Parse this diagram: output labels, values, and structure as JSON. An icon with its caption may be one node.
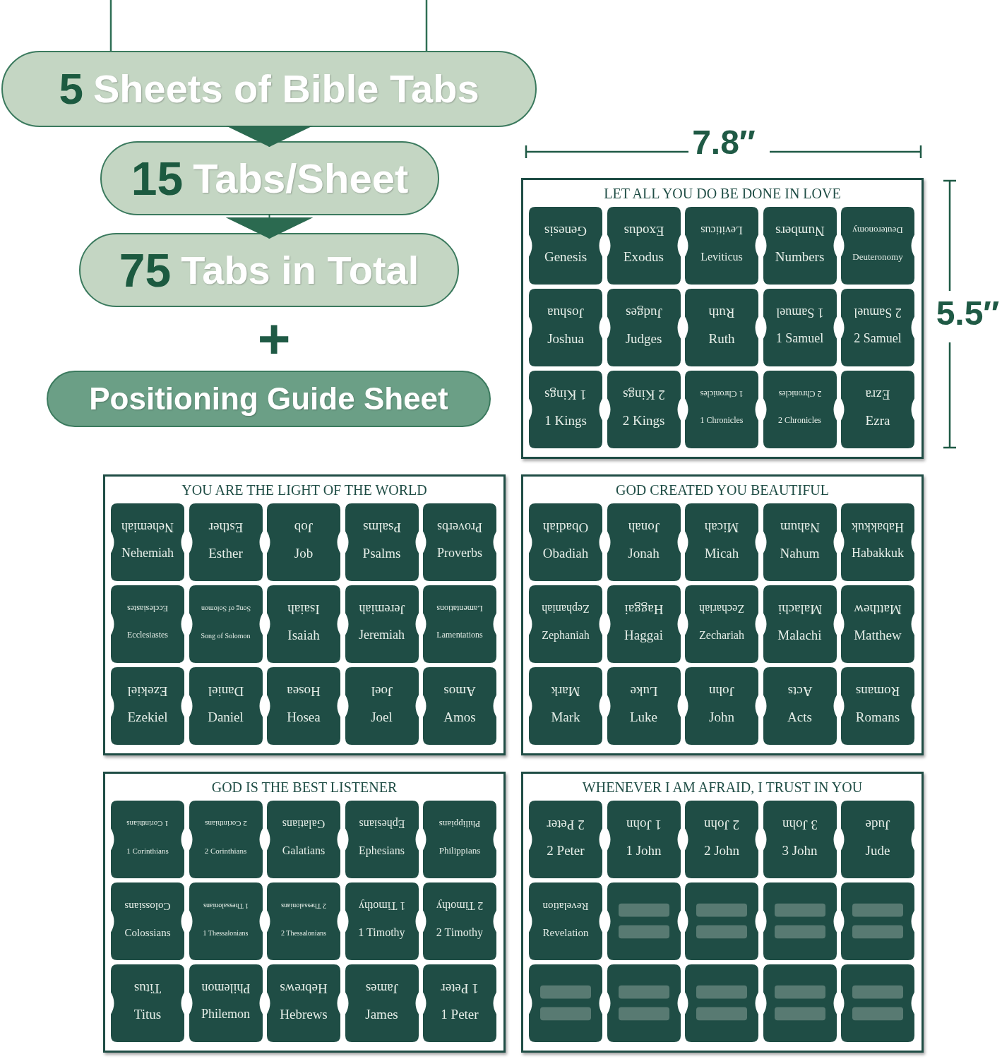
{
  "diagram": {
    "nodes": [
      {
        "text": [
          "5",
          "Sheets of Bible Tabs"
        ]
      },
      {
        "text": [
          "15",
          "Tabs/Sheet"
        ]
      },
      {
        "text": [
          "75",
          "Tabs in Total"
        ]
      },
      {
        "text": [
          "Positioning Guide Sheet"
        ]
      },
      {
        "text": [
          "LET ALL YOU DO BE DONE IN LOVE"
        ]
      },
      {
        "text": [
          "Genesis",
          "Genesis"
        ],
        "in": 4
      },
      {
        "text": [
          "Exodus",
          "Exodus"
        ],
        "in": 4
      },
      {
        "text": [
          "Leviticus",
          "Leviticus"
        ],
        "in": 4
      },
      {
        "text": [
          "Numbers",
          "Numbers"
        ],
        "in": 4
      },
      {
        "text": [
          "Deuteronomy",
          "Deuteronomy"
        ],
        "in": 4
      },
      {
        "text": [
          "Joshua",
          "Joshua"
        ],
        "in": 4
      },
      {
        "text": [
          "Judges",
          "Judges"
        ],
        "in": 4
      },
      {
        "text": [
          "Ruth",
          "Ruth"
        ],
        "in": 4
      },
      {
        "text": [
          "1 Samuel",
          "1 Samuel"
        ],
        "in": 4
      },
      {
        "text": [
          "2 Samuel",
          "2 Samuel"
        ],
        "in": 4
      },
      {
        "text": [
          "1 Kings",
          "1 Kings"
        ],
        "in": 4
      },
      {
        "text": [
          "2 Kings",
          "2 Kings"
        ],
        "in": 4
      },
      {
        "text": [
          "1 Chronicles",
          "1 Chronicles"
        ],
        "in": 4
      },
      {
        "text": [
          "2 Chronicles",
          "2 Chronicles"
        ],
        "in": 4
      },
      {
        "text": [
          "Ezra",
          "Ezra"
        ],
        "in": 4
      },
      {
        "text": [
          "YOU ARE THE LIGHT OF THE WORLD"
        ]
      },
      {
        "text": [
          "Nehemiah",
          "Nehemiah"
        ],
        "in": 20
      },
      {
        "text": [
          "Esther",
          "Esther"
        ],
        "in": 20
      },
      {
        "text": [
          "Job",
          "Job"
        ],
        "in": 20
      },
      {
        "text": [
          "Psalms",
          "Psalms"
        ],
        "in": 20
      },
      {
        "text": [
          "Proverbs",
          "Proverbs"
        ],
        "in": 20
      },
      {
        "text": [
          "Ecclesiastes",
          "Ecclesiastes"
        ],
        "in": 20
      },
      {
        "text": [
          "Song of Solomon",
          "Song of Solomon"
        ],
        "in": 20
      },
      {
        "text": [
          "Isaiah",
          "Isaiah"
        ],
        "in": 20
      },
      {
        "text": [
          "Jeremiah",
          "Jeremiah"
        ],
        "in": 20
      },
      {
        "text": [
          "Lamentations",
          "Lamentations"
        ],
        "in": 20
      },
      {
        "text": [
          "Ezekiel",
          "Ezekiel"
        ],
        "in": 20
      },
      {
        "text": [
          "Daniel",
          "Daniel"
        ],
        "in": 20
      },
      {
        "text": [
          "Hosea",
          "Hosea"
        ],
        "in": 20
      },
      {
        "text": [
          "Joel",
          "Joel"
        ],
        "in": 20
      },
      {
        "text": [
          "Amos",
          "Amos"
        ],
        "in": 20
      },
      {
        "text": [
          "GOD CREATED YOU BEAUTIFUL"
        ]
      },
      {
        "text": [
          "Obadiah",
          "Obadiah"
        ],
        "in": 36
      },
      {
        "text": [
          "Jonah",
          "Jonah"
        ],
        "in": 36
      },
      {
        "text": [
          "Micah",
          "Micah"
        ],
        "in": 36
      },
      {
        "text": [
          "Nahum",
          "Nahum"
        ],
        "in": 36
      },
      {
        "text": [
          "Habakkuk",
          "Habakkuk"
        ],
        "in": 36
      },
      {
        "text": [
          "Zephaniah",
          "Zephaniah"
        ],
        "in": 36
      },
      {
        "text": [
          "Haggai",
          "Haggai"
        ],
        "in": 36
      },
      {
        "text": [
          "Zechariah",
          "Zechariah"
        ],
        "in": 36
      },
      {
        "text": [
          "Malachi",
          "Malachi"
        ],
        "in": 36
      },
      {
        "text": [
          "Matthew",
          "Matthew"
        ],
        "in": 36
      },
      {
        "text": [
          "Mark",
          "Mark"
        ],
        "in": 36
      },
      {
        "text": [
          "Luke",
          "Luke"
        ],
        "in": 36
      },
      {
        "text": [
          "John",
          "John"
        ],
        "in": 36
      },
      {
        "text": [
          "Acts",
          "Acts"
        ],
        "in": 36
      },
      {
        "text": [
          "Romans",
          "Romans"
        ],
        "in": 36
      },
      {
        "text": [
          "GOD IS THE BEST LISTENER"
        ]
      },
      {
        "text": [
          "1 Corinthians",
          "1 Corinthians"
        ],
        "in": 52
      },
      {
        "text": [
          "2 Corinthians",
          "2 Corinthians"
        ],
        "in": 52
      },
      {
        "text": [
          "Galatians",
          "Galatians"
        ],
        "in": 52
      },
      {
        "text": [
          "Ephesians",
          "Ephesians"
        ],
        "in": 52
      },
      {
        "text": [
          "Philippians",
          "Philippians"
        ],
        "in": 52
      },
      {
        "text": [
          "Colossians",
          "Colossians"
        ],
        "in": 52
      },
      {
        "text": [
          "1 Thessalonians",
          "1 Thessalonians"
        ],
        "in": 52
      },
      {
        "text": [
          "2 Thessalonians",
          "2 Thessalonians"
        ],
        "in": 52
      },
      {
        "text": [
          "1 Timothy",
          "1 Timothy"
        ],
        "in": 52
      },
      {
        "text": [
          "2 Timothy",
          "2 Timothy"
        ],
        "in": 52
      },
      {
        "text": [
          "Titus",
          "Titus"
        ],
        "in": 52
      },
      {
        "text": [
          "Philemon",
          "Philemon"
        ],
        "in": 52
      },
      {
        "text": [
          "Hebrews",
          "Hebrews"
        ],
        "in": 52
      },
      {
        "text": [
          "James",
          "James"
        ],
        "in": 52
      },
      {
        "text": [
          "1 Peter",
          "1 Peter"
        ],
        "in": 52
      },
      {
        "text": [
          "WHENEVER I AM AFRAID, I TRUST IN YOU"
        ]
      },
      {
        "text": [
          "2 Peter",
          "2 Peter"
        ],
        "in": 68
      },
      {
        "text": [
          "1 John",
          "1 John"
        ],
        "in": 68
      },
      {
        "text": [
          "2 John",
          "2 John"
        ],
        "in": 68
      },
      {
        "text": [
          "3 John",
          "3 John"
        ],
        "in": 68
      },
      {
        "text": [
          "Jude",
          "Jude"
        ],
        "in": 68
      },
      {
        "text": [
          "Revelation",
          "Revelation"
        ],
        "in": 68
      },
      {
        "text": [],
        "shape": "box",
        "in": 68
      },
      {
        "text": [],
        "shape": "box",
        "in": 68
      },
      {
        "text": [],
        "shape": "box",
        "in": 68
      },
      {
        "text": [],
        "shape": "box",
        "in": 68
      },
      {
        "text": [],
        "shape": "box",
        "in": 68
      },
      {
        "text": [],
        "shape": "box",
        "in": 68
      },
      {
        "text": [],
        "shape": "box",
        "in": 68
      },
      {
        "text": [],
        "shape": "box",
        "in": 68
      },
      {
        "text": [],
        "shape": "box",
        "in": 68
      }
    ],
    "edges": [
      {
        "from": 0,
        "to": 1,
        "arrow": "to"
      },
      {
        "from": 1,
        "to": 2,
        "arrow": "to"
      }
    ],
    "labels": [
      "+",
      "7.8″",
      "5.5″"
    ]
  }
}
